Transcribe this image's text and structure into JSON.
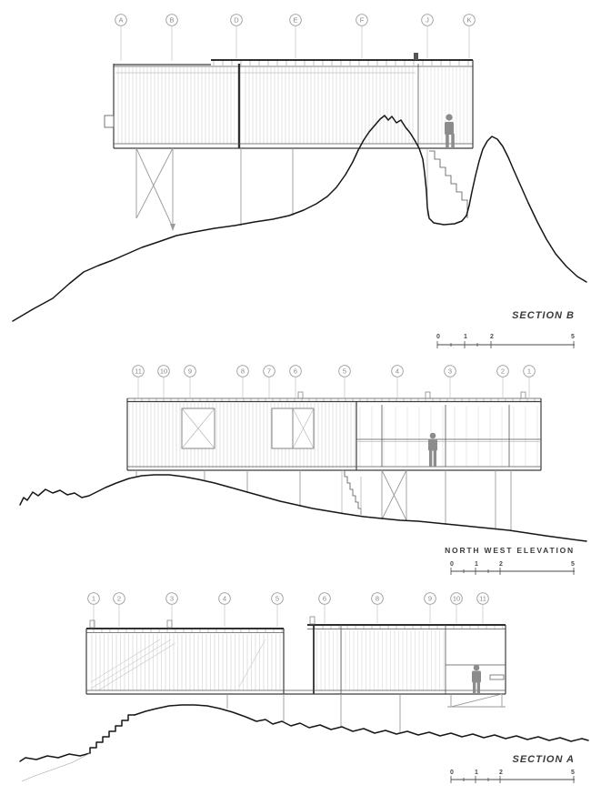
{
  "sheet": {
    "background": "#ffffff",
    "ink_color": "#2f2f2f",
    "terrain_color": "#161616",
    "figure_color": "#8c8c8c",
    "grid_bubble_color": "#9b9b9b"
  },
  "panels": [
    {
      "title": "SECTION B",
      "grid_labels": [
        "A",
        "B",
        "D",
        "E",
        "F",
        "J",
        "K"
      ],
      "scale_ticks": [
        "0",
        "1",
        "2",
        "5"
      ]
    },
    {
      "title": "NORTH WEST  ELEVATION",
      "grid_labels": [
        "11",
        "10",
        "9",
        "8",
        "7",
        "6",
        "5",
        "4",
        "3",
        "2",
        "1"
      ],
      "scale_ticks": [
        "0",
        "1",
        "2",
        "5"
      ]
    },
    {
      "title": "SECTION A",
      "grid_labels": [
        "1",
        "2",
        "3",
        "4",
        "5",
        "6",
        "8",
        "9",
        "10",
        "11"
      ],
      "scale_ticks": [
        "0",
        "1",
        "2",
        "5"
      ]
    }
  ]
}
